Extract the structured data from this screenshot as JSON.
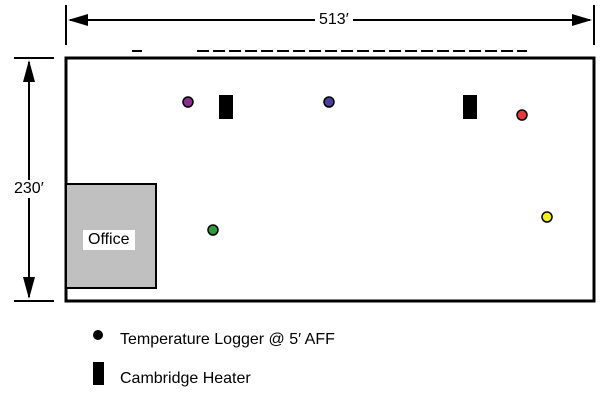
{
  "dimensions": {
    "width_label": "513′",
    "height_label": "230′"
  },
  "office": {
    "label": "Office",
    "fill": "#c0c0c0"
  },
  "loggers": [
    {
      "color": "#8b2f8f"
    },
    {
      "color": "#4b3f9a"
    },
    {
      "color": "#e23a3a"
    },
    {
      "color": "#2e9a3b"
    },
    {
      "color": "#f2ee1a"
    }
  ],
  "heaters": [
    {
      "icon": "heater-block"
    },
    {
      "icon": "heater-block"
    }
  ],
  "legend": {
    "logger": {
      "icon": "circle-icon",
      "label": "Temperature Logger @ 5′ AFF"
    },
    "heater": {
      "icon": "rectangle-icon",
      "label": "Cambridge Heater"
    }
  }
}
